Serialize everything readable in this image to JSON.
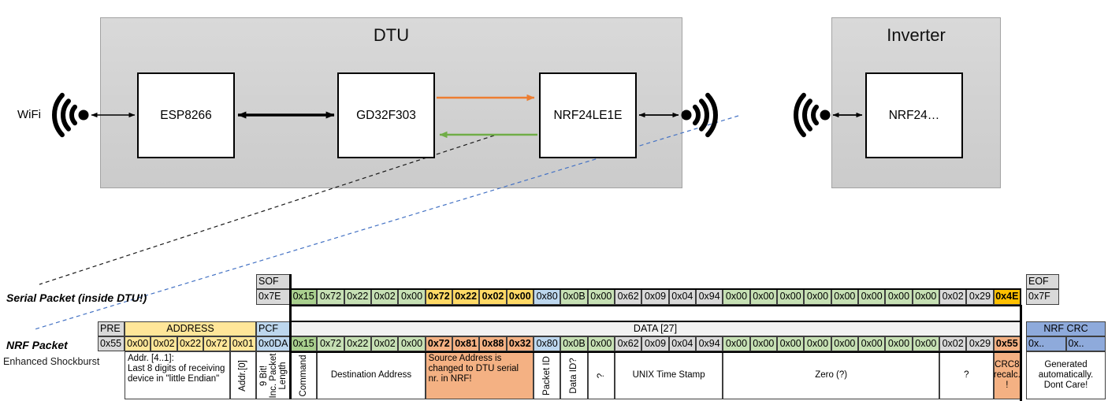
{
  "colors": {
    "orange_arrow": "#ED7D31",
    "green_arrow": "#70AD47",
    "blue_dashed": "#4472C4",
    "black": "#000000",
    "cell_green_dark": "#A9D08E",
    "cell_green": "#C6E0B4",
    "cell_gold": "#FFD966",
    "cell_amber": "#FFC000",
    "cell_blue": "#BDD7EE",
    "cell_gray": "#D9D9D9",
    "cell_salmon": "#F4B183",
    "cell_yellow": "#FFE699",
    "cell_crc_blue": "#8EAADB",
    "cell_data_header": "#F2F2F2"
  },
  "diagram": {
    "wifi_label": "WiFi",
    "dtu": {
      "title": "DTU",
      "components": [
        "ESP8266",
        "GD32F303",
        "NRF24LE1E"
      ]
    },
    "inverter": {
      "title": "Inverter",
      "components": [
        "NRF24…"
      ]
    }
  },
  "serial_packet": {
    "label": "Serial Packet (inside DTU!)",
    "sof_header": "SOF",
    "sof_value": "0x7E",
    "eof_header": "EOF",
    "eof_value": "0x7F",
    "bytes": [
      {
        "v": "0x15",
        "c": "gd"
      },
      {
        "v": "0x72",
        "c": "g"
      },
      {
        "v": "0x22",
        "c": "g"
      },
      {
        "v": "0x02",
        "c": "g"
      },
      {
        "v": "0x00",
        "c": "g"
      },
      {
        "v": "0x72",
        "c": "y",
        "b": true
      },
      {
        "v": "0x22",
        "c": "y",
        "b": true
      },
      {
        "v": "0x02",
        "c": "y",
        "b": true
      },
      {
        "v": "0x00",
        "c": "y",
        "b": true
      },
      {
        "v": "0x80",
        "c": "bl"
      },
      {
        "v": "0x0B",
        "c": "g"
      },
      {
        "v": "0x00",
        "c": "g"
      },
      {
        "v": "0x62",
        "c": "gr"
      },
      {
        "v": "0x09",
        "c": "gr"
      },
      {
        "v": "0x04",
        "c": "gr"
      },
      {
        "v": "0x94",
        "c": "gr"
      },
      {
        "v": "0x00",
        "c": "g"
      },
      {
        "v": "0x00",
        "c": "g"
      },
      {
        "v": "0x00",
        "c": "g"
      },
      {
        "v": "0x00",
        "c": "g"
      },
      {
        "v": "0x00",
        "c": "g"
      },
      {
        "v": "0x00",
        "c": "g"
      },
      {
        "v": "0x00",
        "c": "g"
      },
      {
        "v": "0x00",
        "c": "g"
      },
      {
        "v": "0x02",
        "c": "gr"
      },
      {
        "v": "0x29",
        "c": "gr"
      },
      {
        "v": "0x4E",
        "c": "am",
        "b": true
      }
    ]
  },
  "nrf_packet": {
    "label": "NRF Packet",
    "sublabel": "Enhanced Shockburst",
    "pre_header": "PRE",
    "pre_value": "0x55",
    "address_header": "ADDRESS",
    "address_values": [
      "0x00",
      "0x02",
      "0x22",
      "0x72",
      "0x01"
    ],
    "pcf_header": "PCF",
    "pcf_value": "0x0DA",
    "data_header": "DATA [27]",
    "crc_header": "NRF CRC",
    "crc_values": [
      "0x..",
      "0x.."
    ],
    "bytes": [
      {
        "v": "0x15",
        "c": "gd"
      },
      {
        "v": "0x72",
        "c": "g"
      },
      {
        "v": "0x22",
        "c": "g"
      },
      {
        "v": "0x02",
        "c": "g"
      },
      {
        "v": "0x00",
        "c": "g"
      },
      {
        "v": "0x72",
        "c": "sa",
        "b": true
      },
      {
        "v": "0x81",
        "c": "sa",
        "b": true
      },
      {
        "v": "0x88",
        "c": "sa",
        "b": true
      },
      {
        "v": "0x32",
        "c": "sa",
        "b": true
      },
      {
        "v": "0x80",
        "c": "bl"
      },
      {
        "v": "0x0B",
        "c": "g"
      },
      {
        "v": "0x00",
        "c": "g"
      },
      {
        "v": "0x62",
        "c": "gr"
      },
      {
        "v": "0x09",
        "c": "gr"
      },
      {
        "v": "0x04",
        "c": "gr"
      },
      {
        "v": "0x94",
        "c": "gr"
      },
      {
        "v": "0x00",
        "c": "g"
      },
      {
        "v": "0x00",
        "c": "g"
      },
      {
        "v": "0x00",
        "c": "g"
      },
      {
        "v": "0x00",
        "c": "g"
      },
      {
        "v": "0x00",
        "c": "g"
      },
      {
        "v": "0x00",
        "c": "g"
      },
      {
        "v": "0x00",
        "c": "g"
      },
      {
        "v": "0x00",
        "c": "g"
      },
      {
        "v": "0x02",
        "c": "gr"
      },
      {
        "v": "0x29",
        "c": "gr"
      },
      {
        "v": "0x55",
        "c": "sa",
        "b": true
      }
    ]
  },
  "annotations": [
    {
      "start": "A0",
      "span": 4,
      "text": "Addr. [4..1]:\nLast 8 digits of receiving\ndevice in \"little Endian\"",
      "align": "left"
    },
    {
      "start": "A4",
      "span": 1,
      "rot": true,
      "text": "Addr.[0]"
    },
    {
      "start": "PCF",
      "span": 1,
      "rot": true,
      "text": "9 Bit!\nInc. Packet\nLength"
    },
    {
      "start": "D0",
      "span": 1,
      "rot": true,
      "text": "Command"
    },
    {
      "start": "D1",
      "span": 4,
      "text": "Destination Address"
    },
    {
      "start": "D5",
      "span": 4,
      "text": "Source Address is\nchanged to DTU serial\nnr. in NRF!",
      "bg": "sa",
      "align": "left"
    },
    {
      "start": "D9",
      "span": 1,
      "rot": true,
      "text": "Packet ID"
    },
    {
      "start": "D10",
      "span": 1,
      "rot": true,
      "text": "Data ID?"
    },
    {
      "start": "D11",
      "span": 1,
      "rot": true,
      "text": "?"
    },
    {
      "start": "D12",
      "span": 4,
      "text": "UNIX Time Stamp"
    },
    {
      "start": "D16",
      "span": 8,
      "text": "Zero (?)"
    },
    {
      "start": "D24",
      "span": 2,
      "text": "?"
    },
    {
      "start": "D26",
      "span": 1,
      "text": "CRC8\nrecalc.\n!",
      "bg": "sa"
    },
    {
      "start": "C0",
      "span": 2,
      "text": "Generated\nautomatically.\nDont Care!"
    }
  ]
}
